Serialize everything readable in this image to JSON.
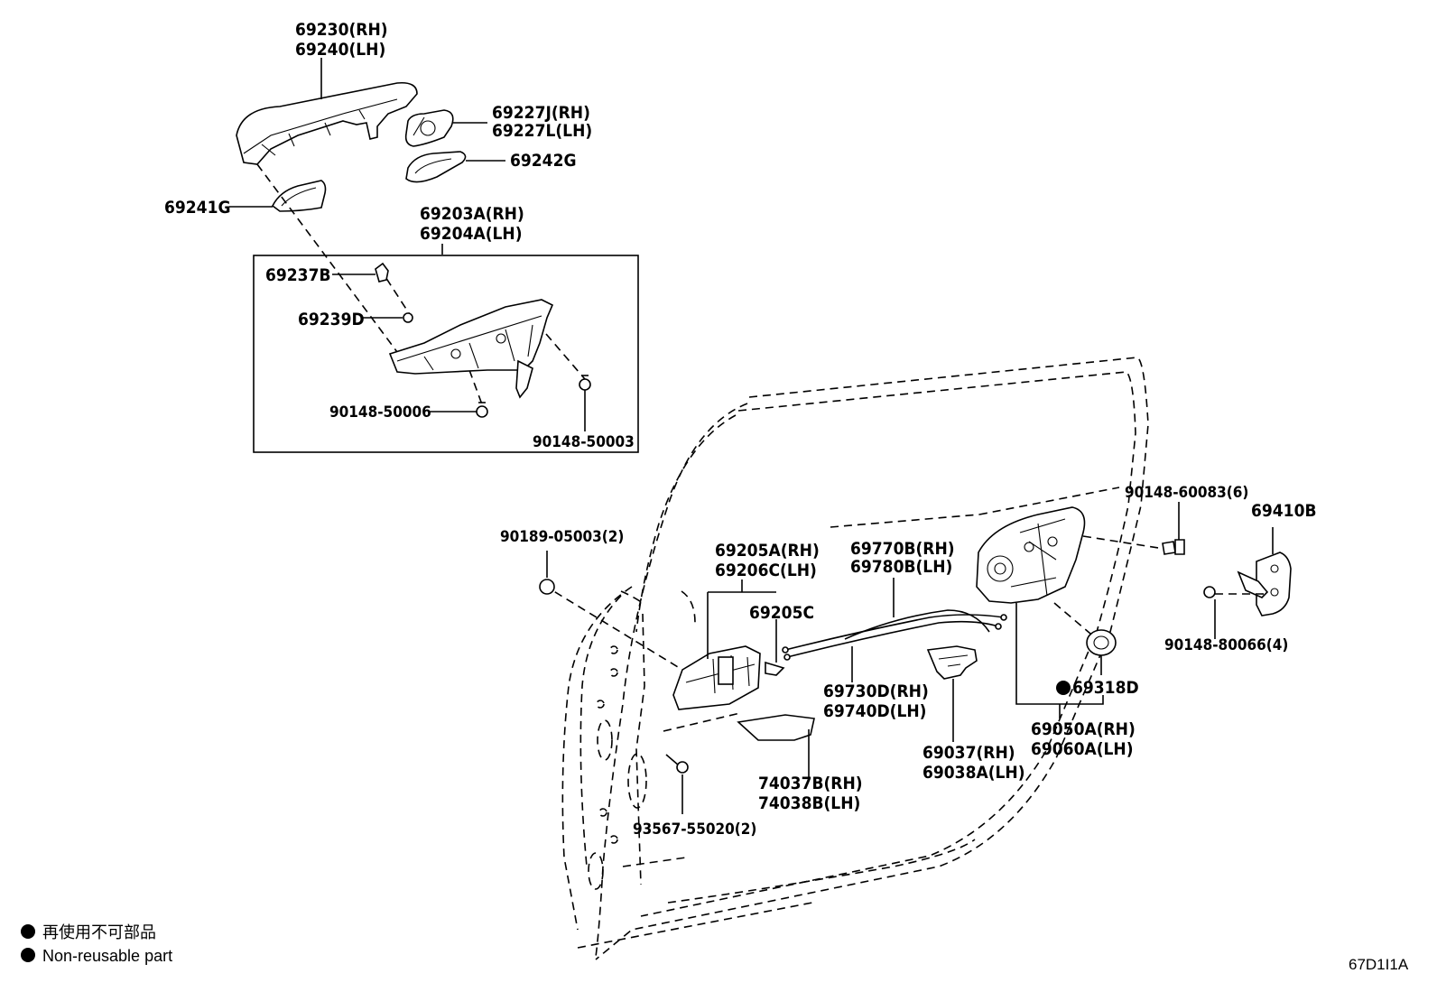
{
  "labels": {
    "p69230": "69230(RH)",
    "p69240": "69240(LH)",
    "p69227j": "69227J(RH)",
    "p69227l": "69227L(LH)",
    "p69242g": "69242G",
    "p69241g": "69241G",
    "p69203a": "69203A(RH)",
    "p69204a": "69204A(LH)",
    "p69237b": "69237B",
    "p69239d": "69239D",
    "p90148_50006": "90148-50006",
    "p90148_50003": "90148-50003",
    "p90189": "90189-05003(2)",
    "p69205a": "69205A(RH)",
    "p69206c": "69206C(LH)",
    "p69205c": "69205C",
    "p69770b": "69770B(RH)",
    "p69780b": "69780B(LH)",
    "p69730d": "69730D(RH)",
    "p69740d": "69740D(LH)",
    "p74037b": "74037B(RH)",
    "p74038b": "74038B(LH)",
    "p93567": "93567-55020(2)",
    "p69037": "69037(RH)",
    "p69038a": "69038A(LH)",
    "p69050a": "69050A(RH)",
    "p69060a": "69060A(LH)",
    "p69318d": "69318D",
    "p90148_60083": "90148-60083(6)",
    "p69410b": "69410B",
    "p90148_80066": "90148-80066(4)"
  },
  "legend": {
    "line1": "再使用不可部品",
    "line2": "Non-reusable part"
  },
  "figure_code": "67D1I1A"
}
